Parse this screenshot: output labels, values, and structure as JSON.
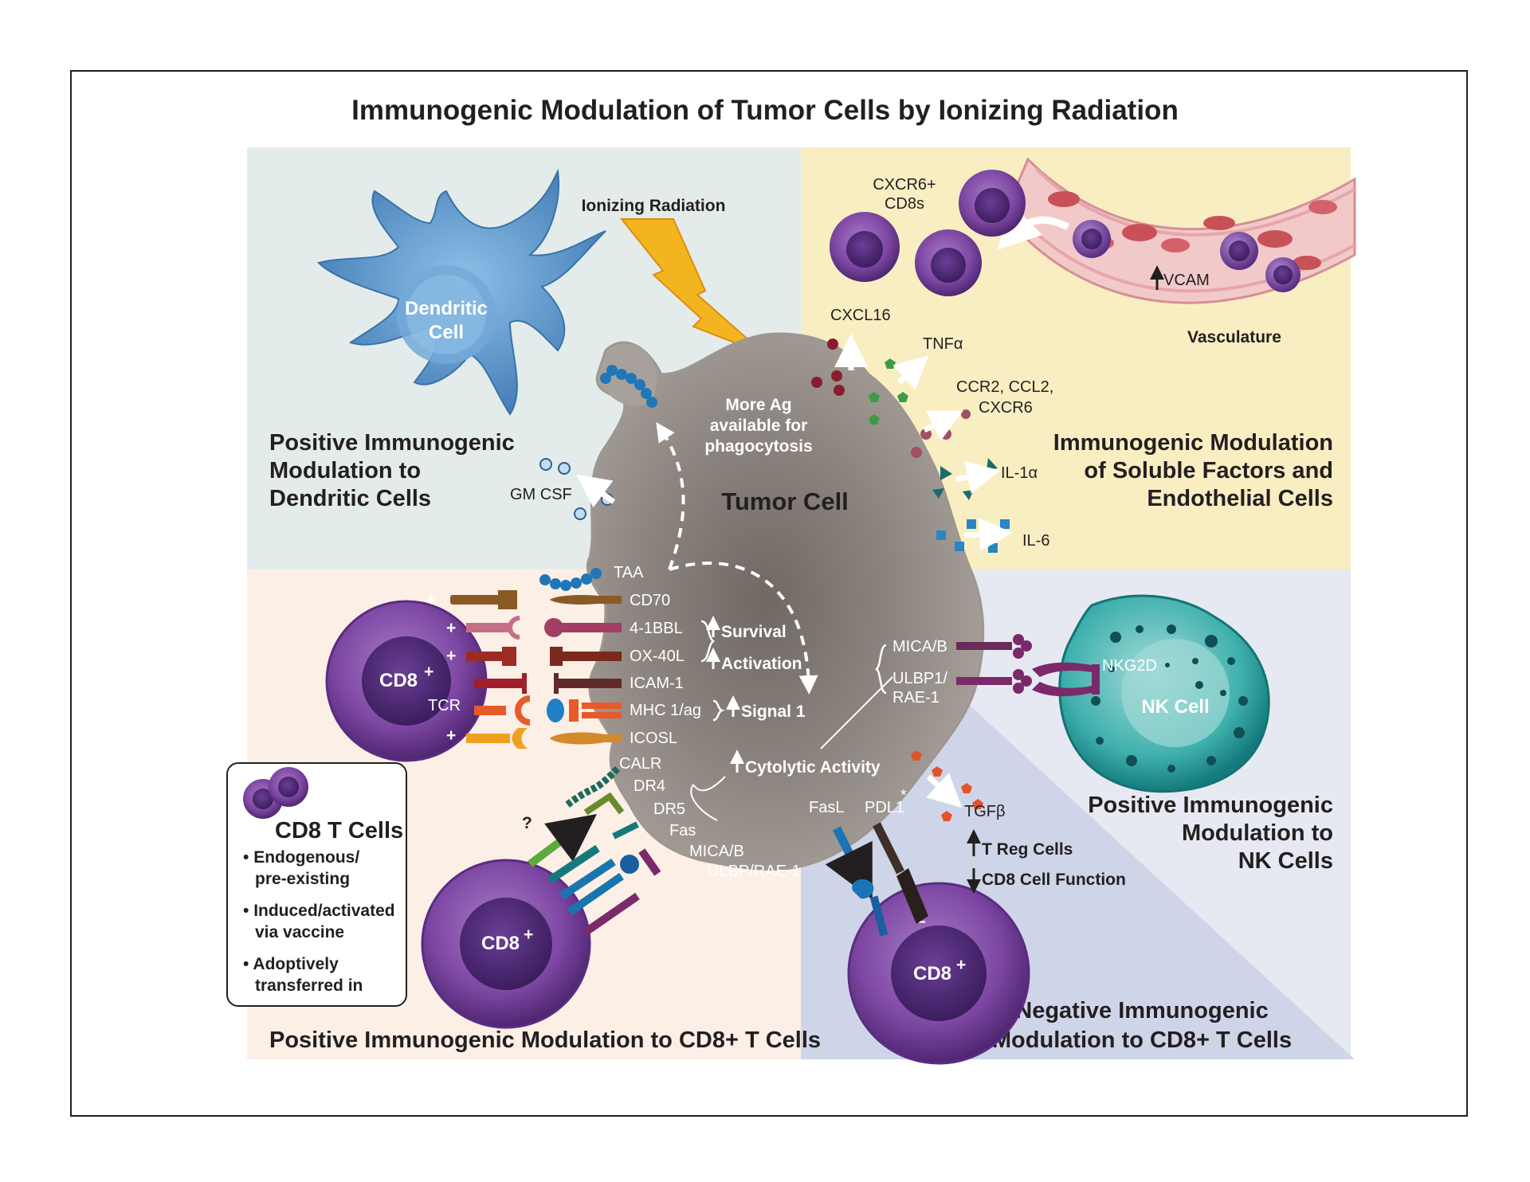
{
  "title": "Immunogenic Modulation of Tumor Cells by Ionizing Radiation",
  "colors": {
    "dc_panel": "#e3ecea",
    "soluble_panel": "#f8eec2",
    "cd8_panel": "#fcefe6",
    "nk_panel": "#e6e9f1",
    "neg_panel": "#cfd5e8",
    "tumor": "#8f8782",
    "cd8_cell": "#7d47a3",
    "nk_cell": "#25a5a6",
    "dendritic": "#4f8fc6",
    "bolt": "#f3b51f"
  },
  "labels": {
    "ionizing_radiation": "Ionizing Radiation",
    "dendritic_cell_line1": "Dendritic",
    "dendritic_cell_line2": "Cell",
    "tumor_cell": "Tumor Cell",
    "more_ag_1": "More Ag",
    "more_ag_2": "available for",
    "more_ag_3": "phagocytosis",
    "gm_csf": "GM CSF",
    "taa": "TAA",
    "cxcr6_1": "CXCR6+",
    "cxcr6_2": "CD8s",
    "vcam": "VCAM",
    "vasculature": "Vasculature",
    "cxcl16": "CXCL16",
    "tnfa": "TNFα",
    "ccr2_1": "CCR2, CCL2,",
    "ccr2_2": "CXCR6",
    "il1a": "IL-1α",
    "il6": "IL-6",
    "nkg2d": "NKG2D",
    "nk_cell": "NK Cell",
    "mica_b": "MICA/B",
    "ulbp1": "ULBP1/",
    "rae1": "RAE-1",
    "cd8": "CD8",
    "cd8_sup": "+",
    "tcr": "TCR",
    "plus": "+",
    "minus": "–",
    "question": "?",
    "calr": "CALR",
    "dr4": "DR4",
    "dr5": "DR5",
    "fas": "Fas",
    "mica_b_2": "MICA/B",
    "ulbp_rae": "ULBP/RAE-1",
    "fasl": "FasL",
    "pdl1": "PDL1",
    "asterisk": "*",
    "tgfb": "TGFβ",
    "treg": "T Reg Cells",
    "cd8_function": "CD8 Cell Function",
    "cytolytic": "Cytolytic Activity",
    "survival": "Survival",
    "activation": "Activation",
    "signal1": "Signal 1"
  },
  "ligands": [
    "CD70",
    "4-1BBL",
    "OX-40L",
    "ICAM-1",
    "MHC 1/ag",
    "ICOSL"
  ],
  "panels": {
    "dc": [
      "Positive Immunogenic",
      "Modulation to",
      "Dendritic Cells"
    ],
    "soluble": [
      "Immunogenic Modulation",
      "of Soluble Factors and",
      "Endothelial Cells"
    ],
    "nk": [
      "Positive Immunogenic",
      "Modulation to",
      "NK Cells"
    ],
    "cd8_positive": "Positive Immunogenic Modulation to CD8+ T Cells",
    "cd8_negative": [
      "Negative Immunogenic",
      "Modulation to CD8+ T Cells"
    ]
  },
  "legend": {
    "title": "CD8 T Cells",
    "items": [
      [
        "Endogenous/",
        "pre-existing"
      ],
      [
        "Induced/activated",
        "via vaccine"
      ],
      [
        "Adoptively",
        "transferred in"
      ]
    ]
  }
}
